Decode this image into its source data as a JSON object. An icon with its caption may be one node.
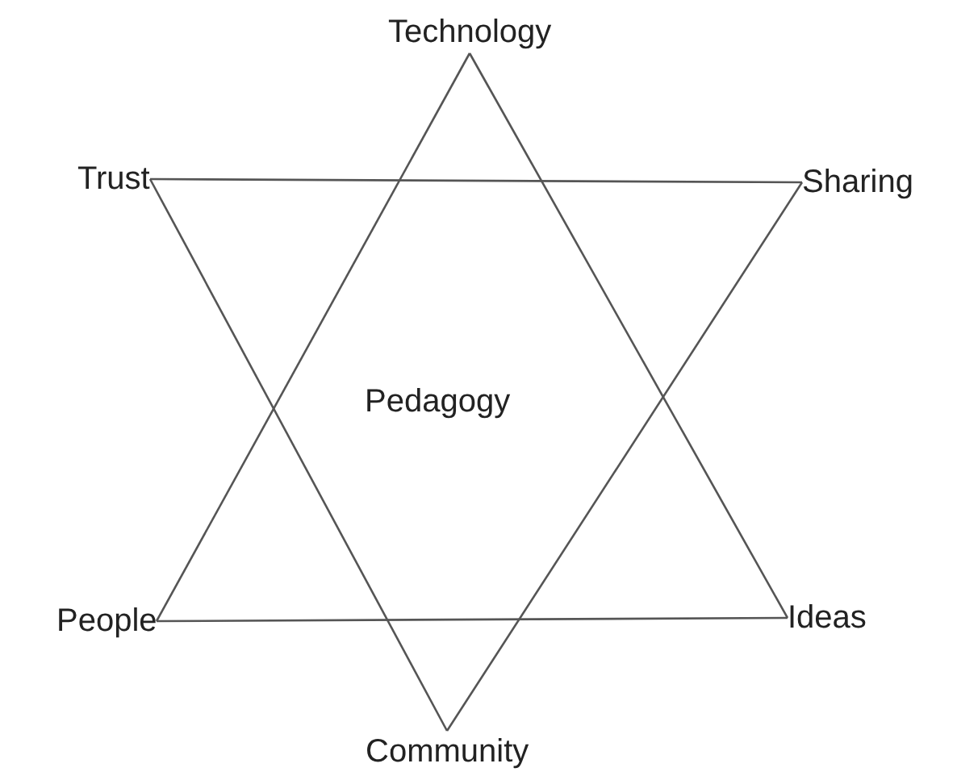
{
  "diagram": {
    "nodes": [
      {
        "text": [
          "Technology"
        ]
      },
      {
        "text": [
          "Trust"
        ]
      },
      {
        "text": [
          "Sharing"
        ]
      },
      {
        "text": [
          "People"
        ]
      },
      {
        "text": [
          "Ideas"
        ]
      },
      {
        "text": [
          "Community"
        ]
      }
    ],
    "edges": [
      {
        "from": 0,
        "to": 3,
        "arrow": "none"
      },
      {
        "from": 3,
        "to": 4,
        "arrow": "none"
      },
      {
        "from": 4,
        "to": 0,
        "arrow": "none"
      },
      {
        "from": 1,
        "to": 2,
        "arrow": "none"
      },
      {
        "from": 2,
        "to": 5,
        "arrow": "none"
      },
      {
        "from": 5,
        "to": 1,
        "arrow": "none"
      }
    ],
    "labels": [
      "Pedagogy"
    ]
  }
}
